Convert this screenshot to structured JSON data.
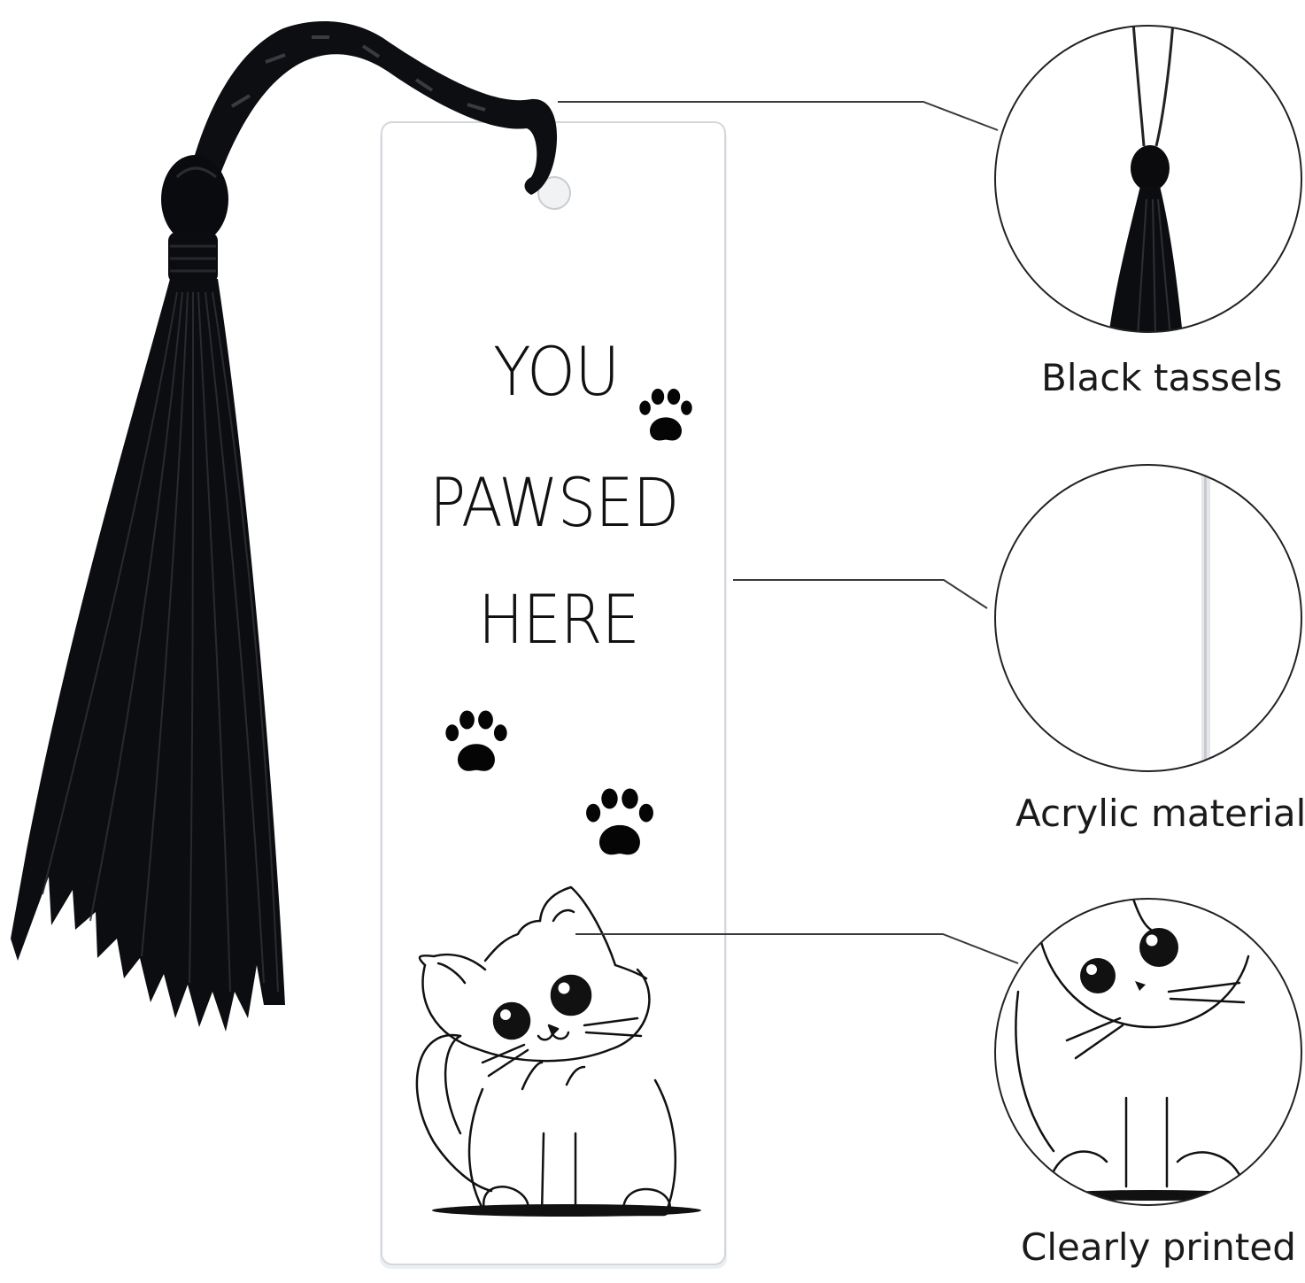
{
  "bookmark": {
    "lines": [
      "YOU",
      "PAWSED",
      "HERE"
    ],
    "paw_print_count": 3
  },
  "callouts": [
    {
      "label": "Black tassels"
    },
    {
      "label": "Acrylic material"
    },
    {
      "label": "Clearly printed"
    }
  ],
  "colors": {
    "background": "#ffffff",
    "ink": "#111111",
    "tassel": "#0c0d10",
    "leader_line": "#333333"
  },
  "icons": [
    "tassel-icon",
    "paw-print-icon",
    "cat-illustration-icon"
  ]
}
